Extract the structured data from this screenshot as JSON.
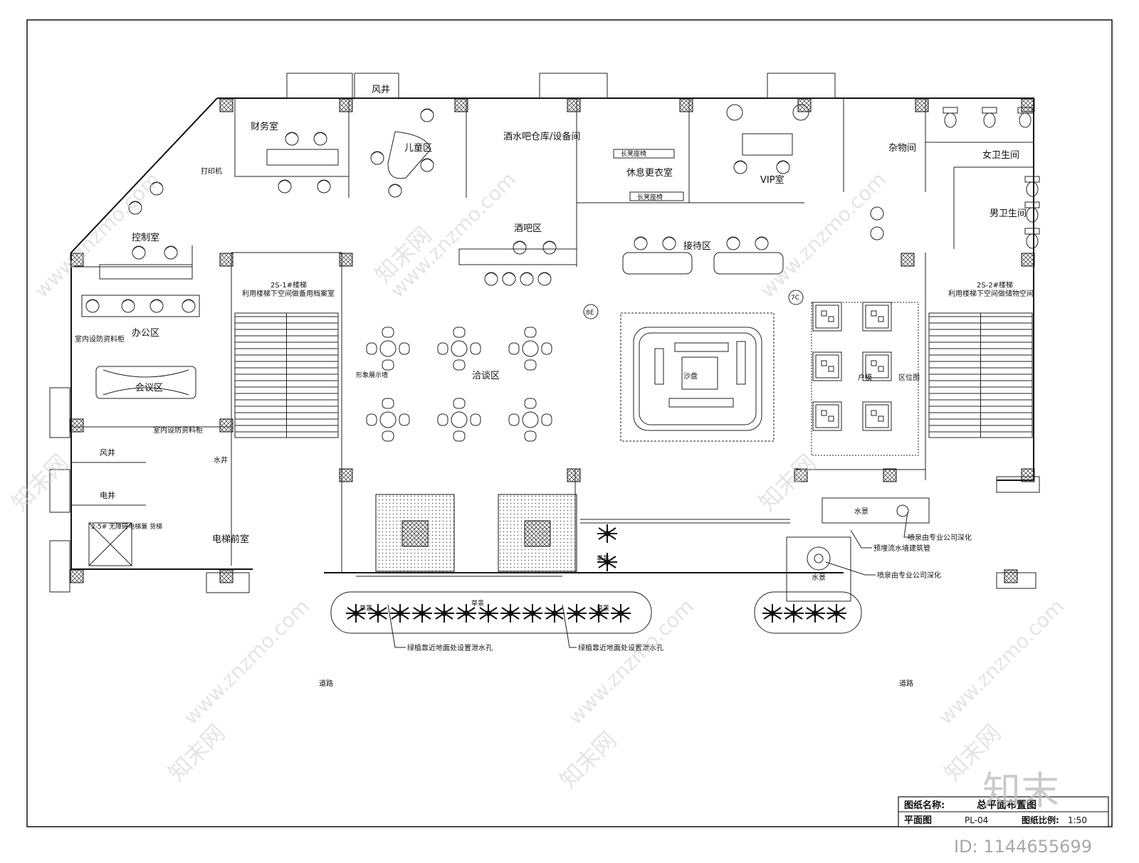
{
  "rooms": {
    "finance": "财务室",
    "print": "打印机",
    "control": "控制室",
    "children": "儿童区",
    "winebar_storage": "酒水吧仓库/设备间",
    "rest_changing": "休息更衣室",
    "long_bench_top": "长凳座椅",
    "long_bench_bottom": "长凳座椅",
    "vip": "VIP室",
    "storage": "杂物间",
    "women_wc": "女卫生间",
    "men_wc": "男卫生间",
    "office": "办公区",
    "meeting": "会议区",
    "archive_1": "室内设防资料柜",
    "archive_2": "室内设防资料柜",
    "wind_shaft_top": "风井",
    "wind_shaft_left": "风井",
    "elec_shaft": "电井",
    "water_well": "水井",
    "elevator": "2-5#\n无障碍电梯兼\n货梯",
    "elevator_lobby": "电梯前室",
    "bar": "酒吧区",
    "reception": "接待区",
    "negotiation": "洽谈区",
    "image_display": "形象展示墙",
    "sandtable": "沙盘",
    "unit_model": "户模",
    "zone_map": "区位图",
    "stair_1_title": "2S-1#楼梯",
    "stair_1_note": "利用楼梯下空间做备用档案室",
    "stair_2_title": "2S-2#楼梯",
    "stair_2_note": "利用楼梯下空间做储物空间",
    "water_feature_1": "水景",
    "water_feature_2": "水景",
    "fountain_note_1": "喷泉由专业公司深化",
    "fountain_note_2": "喷泉由专业公司深化",
    "water_wall_note": "预埋流水墙建筑管",
    "planter_note_1": "绿植靠近地面处设置泄水孔",
    "planter_note_2": "绿植靠近地面处设置泄水孔",
    "plant_label_1": "草景",
    "plant_label_2": "草景",
    "plant_label_3": "草景",
    "plant_label_4": "草景",
    "road_left": "道路",
    "road_right": "道路",
    "marker_8e": "8E",
    "marker_7c": "7C"
  },
  "title_block": {
    "name_label": "图纸名称:",
    "name_value": "总平面布置图",
    "type_label": "平面图",
    "code": "PL-04",
    "scale_label": "图纸比例:",
    "scale_value": "1:50"
  },
  "watermarks": {
    "site": "www.znzmo.com",
    "brand": "知末网",
    "logo": "知末",
    "id": "ID: 1144655699"
  }
}
